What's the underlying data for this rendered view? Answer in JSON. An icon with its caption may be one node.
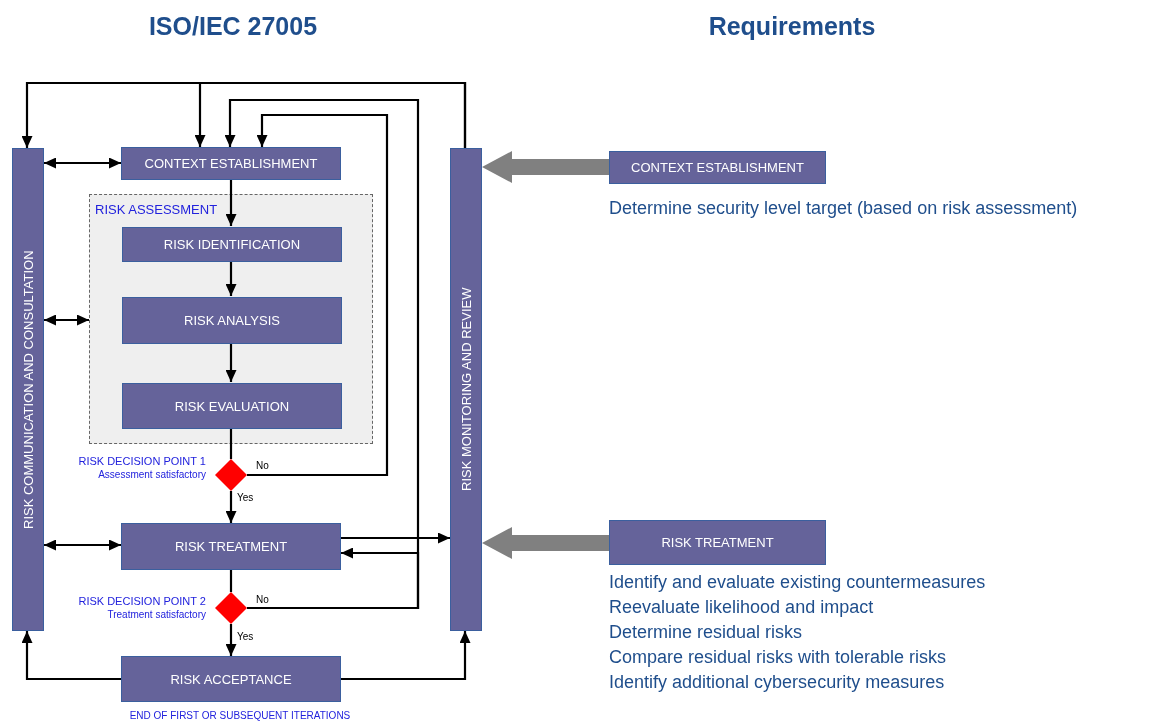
{
  "diagram": {
    "nodes": [
      {
        "text": [
          "RISK COMMUNICATION AND CONSULTATION"
        ]
      },
      {
        "text": [
          "CONTEXT ESTABLISHMENT"
        ]
      },
      {
        "text": [
          "RISK ASSESSMENT"
        ]
      },
      {
        "text": [
          "RISK IDENTIFICATION"
        ],
        "in": 2
      },
      {
        "text": [
          "RISK ANALYSIS"
        ],
        "in": 2
      },
      {
        "text": [
          "RISK EVALUATION"
        ],
        "in": 2
      },
      {
        "text": [],
        "shape": "diamond",
        "beside": [
          "RISK DECISION POINT 1",
          "Assessment satisfactory"
        ]
      },
      {
        "text": [
          "RISK TREATMENT"
        ]
      },
      {
        "text": [],
        "shape": "diamond",
        "beside": [
          "RISK DECISION POINT 2",
          "Treatment satisfactory"
        ]
      },
      {
        "text": [
          "RISK ACCEPTANCE"
        ],
        "beside": [
          "END OF FIRST OR SUBSEQUENT ITERATIONS"
        ]
      },
      {
        "text": [
          "RISK MONITORING AND REVIEW"
        ]
      },
      {
        "text": [
          "CONTEXT ESTABLISHMENT"
        ],
        "beside": [
          "Determine security level target (based on risk assessment)"
        ]
      },
      {
        "text": [
          "RISK TREATMENT"
        ],
        "beside": [
          "Identify and evaluate existing countermeasures",
          "Reevaluate likelihood and impact",
          "Determine residual risks",
          "Compare residual risks with tolerable risks",
          "Identify additional cybersecurity measures"
        ]
      }
    ],
    "edges": [
      {
        "from": 0,
        "to": 1,
        "arrow": "both"
      },
      {
        "from": 0,
        "to": 2,
        "arrow": "both"
      },
      {
        "from": 0,
        "to": 7,
        "arrow": "both"
      },
      {
        "from": 10,
        "to": 0,
        "arrow": "to"
      },
      {
        "from": 10,
        "to": 1,
        "arrow": "to"
      },
      {
        "from": 1,
        "to": 3,
        "arrow": "to"
      },
      {
        "from": 3,
        "to": 4,
        "arrow": "to"
      },
      {
        "from": 4,
        "to": 5,
        "arrow": "to"
      },
      {
        "from": 5,
        "to": 6,
        "arrow": "none"
      },
      {
        "from": 6,
        "to": 1,
        "arrow": "to",
        "label": "No"
      },
      {
        "from": 6,
        "to": 7,
        "arrow": "to",
        "label": "Yes"
      },
      {
        "from": 7,
        "to": 8,
        "arrow": "none"
      },
      {
        "from": 8,
        "to": 1,
        "arrow": "to",
        "label": "No"
      },
      {
        "from": 8,
        "to": 7,
        "arrow": "to"
      },
      {
        "from": 8,
        "to": 9,
        "arrow": "to",
        "label": "Yes"
      },
      {
        "from": 7,
        "to": 10,
        "arrow": "to"
      },
      {
        "from": 9,
        "to": 0,
        "arrow": "to"
      },
      {
        "from": 9,
        "to": 10,
        "arrow": "to"
      },
      {
        "from": 11,
        "to": 10,
        "arrow": "to",
        "style": "thick",
        "color": "#808080"
      },
      {
        "from": 12,
        "to": 10,
        "arrow": "to",
        "style": "thick",
        "color": "#808080"
      }
    ],
    "labels": [
      "ISO/IEC 27005",
      "Requirements"
    ]
  }
}
